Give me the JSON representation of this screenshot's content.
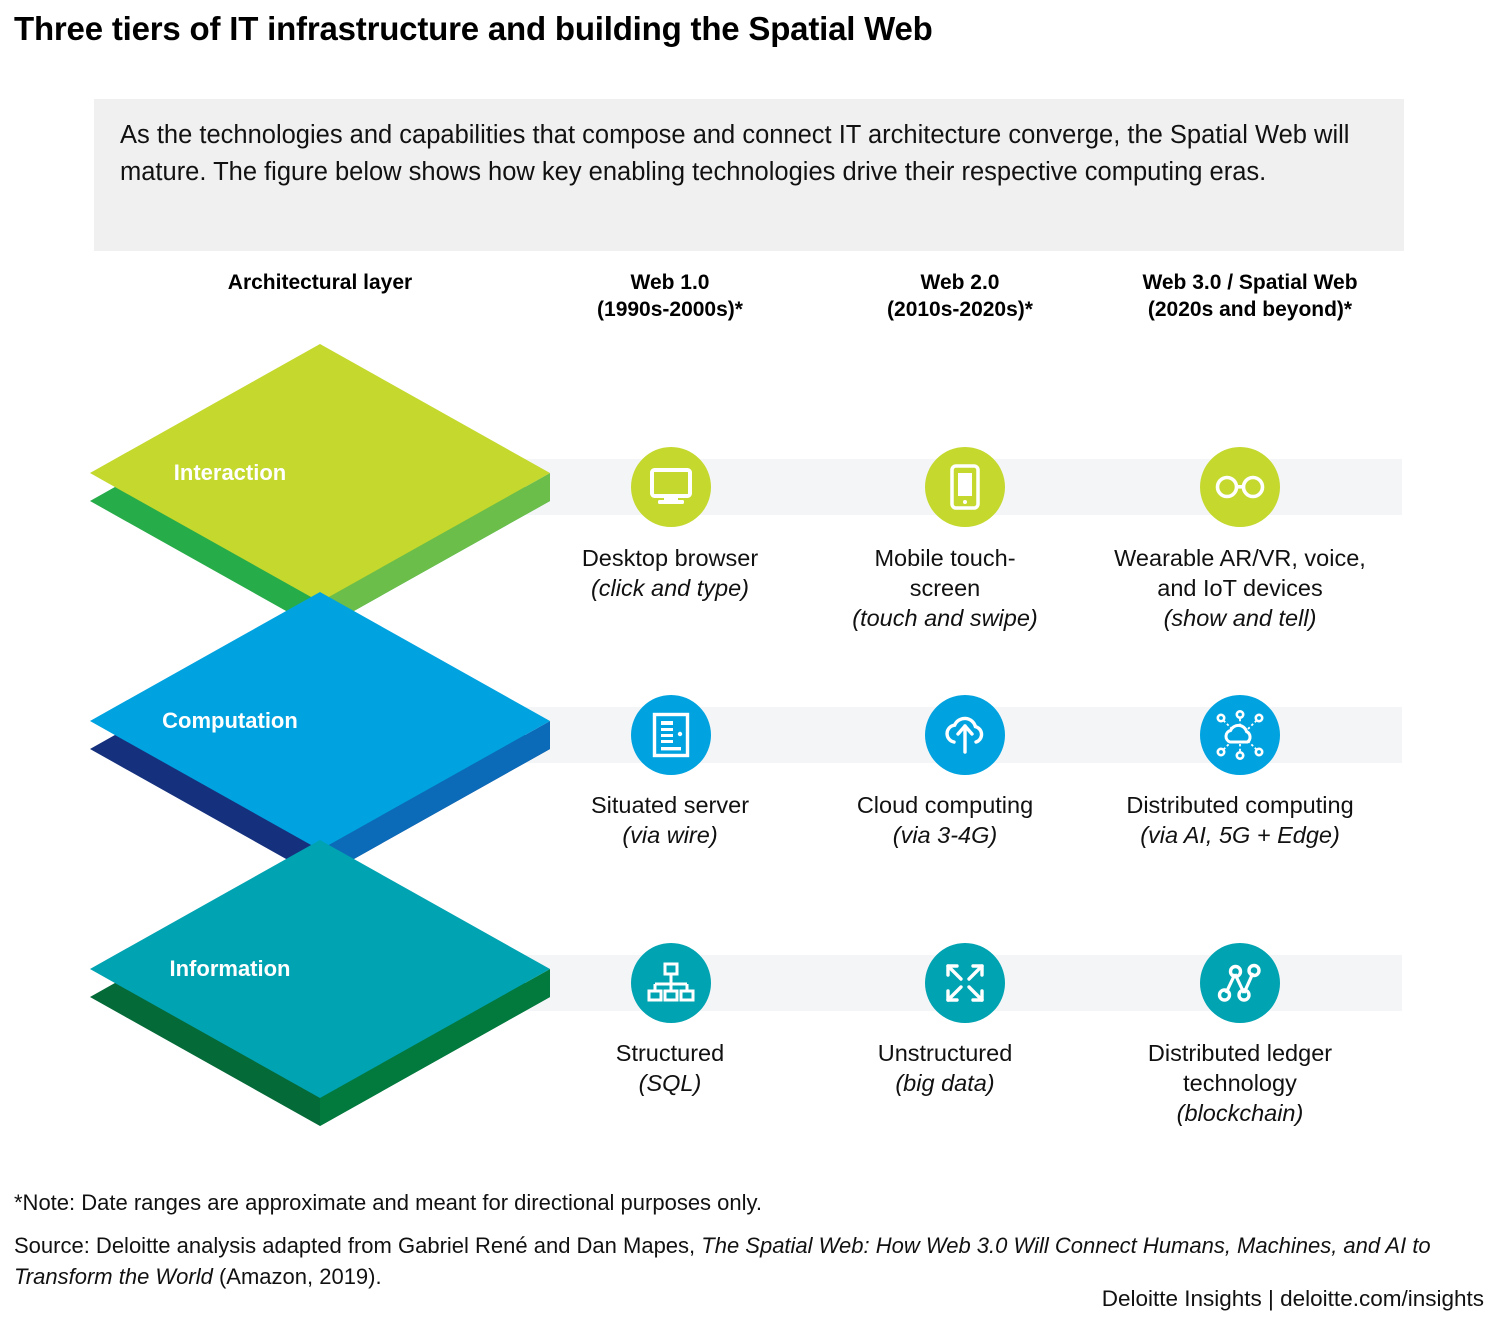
{
  "title": "Three tiers of IT infrastructure and building the Spatial Web",
  "intro": {
    "text": "As the technologies and capabilities that compose and connect IT architecture converge, the Spatial Web will mature. The figure below shows how key enabling technologies drive their respective computing eras."
  },
  "headers": {
    "layer": "Architectural layer",
    "web1_line1": "Web 1.0",
    "web1_line2": "(1990s-2000s)*",
    "web2_line1": "Web 2.0",
    "web2_line2": "(2010s-2020s)*",
    "web3_line1": "Web 3.0 / Spatial Web",
    "web3_line2": "(2020s and beyond)*"
  },
  "colors": {
    "interaction_top": "#c4d82e",
    "interaction_left_edge": "#27ac4a",
    "interaction_right_edge": "#6cbe4a",
    "computation_top": "#00a3e0",
    "computation_left_edge": "#15317e",
    "computation_right_edge": "#0b6bb8",
    "information_top": "#00a3b1",
    "information_left_edge": "#046a38",
    "information_right_edge": "#027a3e",
    "band": "#f4f5f7",
    "intro_box": "#f0f0f0",
    "icon_glyph": "#ffffff"
  },
  "rows": [
    {
      "layer": "Interaction",
      "accent": "#c4d82e",
      "cells": [
        {
          "icon": "desktop-monitor-icon",
          "label": "Desktop browser",
          "sub": "(click and type)"
        },
        {
          "icon": "smartphone-icon",
          "label": "Mobile touch-\nscreen",
          "sub": "(touch and swipe)"
        },
        {
          "icon": "ar-vr-glasses-icon",
          "label": "Wearable AR/VR, voice,\nand IoT devices",
          "sub": "(show and tell)"
        }
      ]
    },
    {
      "layer": "Computation",
      "accent": "#00a3e0",
      "cells": [
        {
          "icon": "server-rack-icon",
          "label": "Situated server",
          "sub": "(via wire)"
        },
        {
          "icon": "cloud-upload-icon",
          "label": "Cloud computing",
          "sub": "(via 3-4G)"
        },
        {
          "icon": "distributed-cloud-network-icon",
          "label": "Distributed computing",
          "sub": "(via AI, 5G + Edge)"
        }
      ]
    },
    {
      "layer": "Information",
      "accent": "#00a3b1",
      "cells": [
        {
          "icon": "hierarchy-tree-icon",
          "label": "Structured",
          "sub": "(SQL)"
        },
        {
          "icon": "expand-arrows-icon",
          "label": "Unstructured",
          "sub": "(big data)"
        },
        {
          "icon": "node-graph-chain-icon",
          "label": "Distributed ledger\ntechnology",
          "sub": "(blockchain)"
        }
      ]
    }
  ],
  "footer": {
    "note": "*Note: Date ranges are approximate and meant for directional purposes only.",
    "source_prefix": "Source: Deloitte analysis adapted from Gabriel René and Dan Mapes, ",
    "source_title": "The Spatial Web: How Web 3.0 Will Connect Humans, Machines, and AI to Transform the World",
    "source_suffix": " (Amazon, 2019).",
    "brand": "Deloitte Insights | deloitte.com/insights"
  }
}
